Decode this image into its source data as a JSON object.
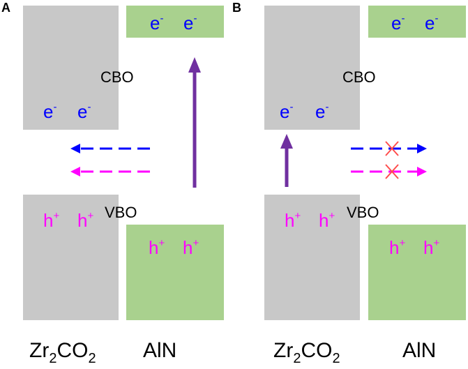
{
  "colors": {
    "gray_block": "#c8c8c8",
    "green_block": "#a9d18e",
    "electron": "#0000ff",
    "hole": "#ff00ff",
    "arrow_purple": "#7030a0",
    "blocked_x": "#ff4d4d",
    "text": "#000000"
  },
  "symbols": {
    "electron": "e",
    "electron_sup": "-",
    "hole": "h",
    "hole_sup": "+"
  },
  "panels": {
    "a": {
      "label": "A",
      "cbo": "CBO",
      "vbo": "VBO",
      "left_material_main": "Zr",
      "left_material_sub1": "2",
      "left_material_mid": "CO",
      "left_material_sub2": "2",
      "right_material": "AlN"
    },
    "b": {
      "label": "B",
      "cbo": "CBO",
      "vbo": "VBO",
      "left_material_main": "Zr",
      "left_material_sub1": "2",
      "left_material_mid": "CO",
      "left_material_sub2": "2",
      "right_material": "AlN"
    }
  }
}
